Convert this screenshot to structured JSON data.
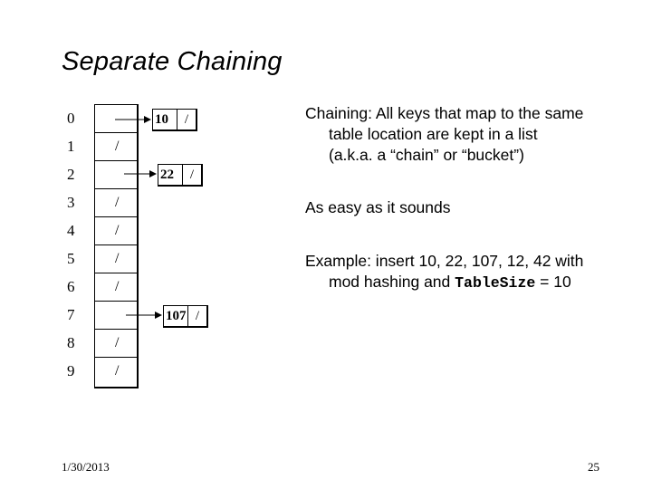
{
  "title": "Separate Chaining",
  "table": {
    "indices": [
      "0",
      "1",
      "2",
      "3",
      "4",
      "5",
      "6",
      "7",
      "8",
      "9"
    ],
    "null_marker": "/",
    "slots": [
      {
        "slash": ""
      },
      {
        "slash": "/"
      },
      {
        "slash": ""
      },
      {
        "slash": "/"
      },
      {
        "slash": "/"
      },
      {
        "slash": "/"
      },
      {
        "slash": "/"
      },
      {
        "slash": ""
      },
      {
        "slash": "/"
      },
      {
        "slash": "/"
      }
    ]
  },
  "nodes": [
    {
      "slot": "0",
      "key": "10",
      "next": "/"
    },
    {
      "slot": "2",
      "key": "22",
      "next": "/"
    },
    {
      "slot": "7",
      "key": "107",
      "next": "/"
    }
  ],
  "text": {
    "chaining_line1": "Chaining: All keys that map to the same",
    "chaining_line2": "table location are kept in a list",
    "chaining_line3": "(a.k.a. a “chain” or “bucket”)",
    "easy": "As easy as it sounds",
    "example_line1": "Example: insert 10, 22, 107, 12, 42 with",
    "example_line2_pre": "mod hashing and ",
    "example_line2_code": "TableSize",
    "example_line2_post": " = 10"
  },
  "footer": {
    "date": "1/30/2013",
    "page": "25"
  }
}
